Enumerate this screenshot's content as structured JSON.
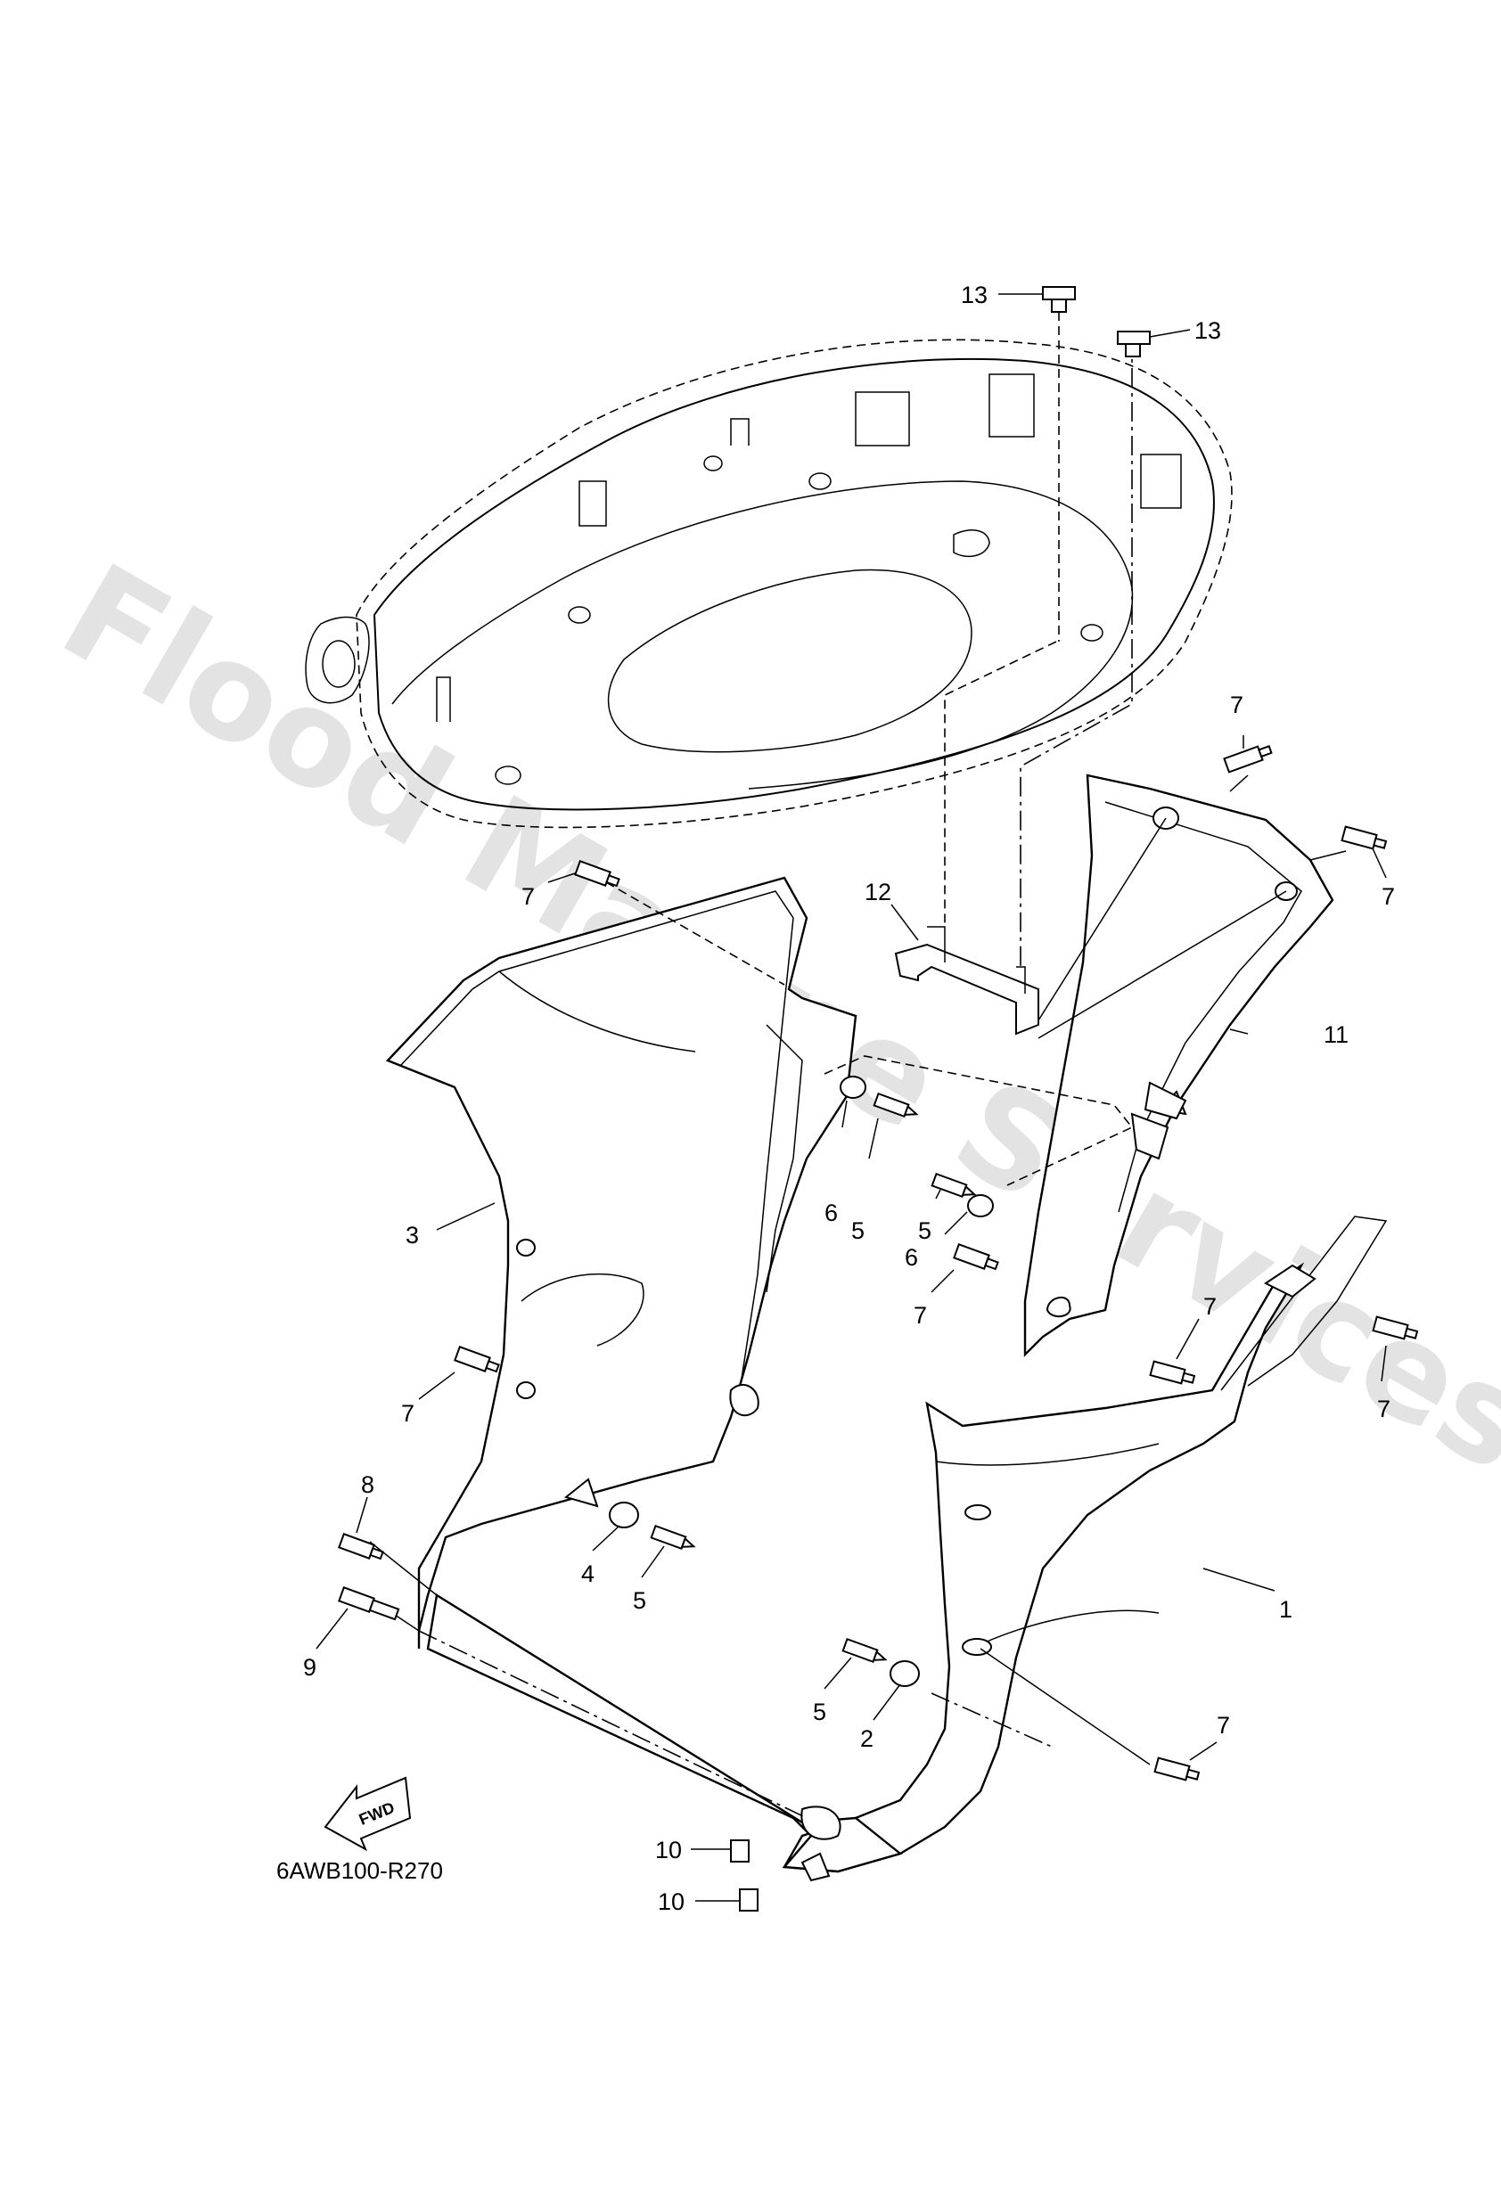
{
  "diagram": {
    "drawing_code": "6AWB100-R270",
    "watermark": "Flood Marine Services",
    "fwd_label": "FWD",
    "callouts": {
      "c13a": "13",
      "c13b": "13",
      "c7_upper_right": "7",
      "c7_right": "7",
      "c7_left_top": "7",
      "c12": "12",
      "c11": "11",
      "c3": "3",
      "c6a": "6",
      "c5a": "5",
      "c5b": "5",
      "c6b": "6",
      "c7_center": "7",
      "c7_mid_right": "7",
      "c7_far_right": "7",
      "c7_left_mid": "7",
      "c8": "8",
      "c4": "4",
      "c5c": "5",
      "c1": "1",
      "c9": "9",
      "c5d": "5",
      "c2": "2",
      "c7_bottom": "7",
      "c10a": "10",
      "c10b": "10"
    }
  }
}
